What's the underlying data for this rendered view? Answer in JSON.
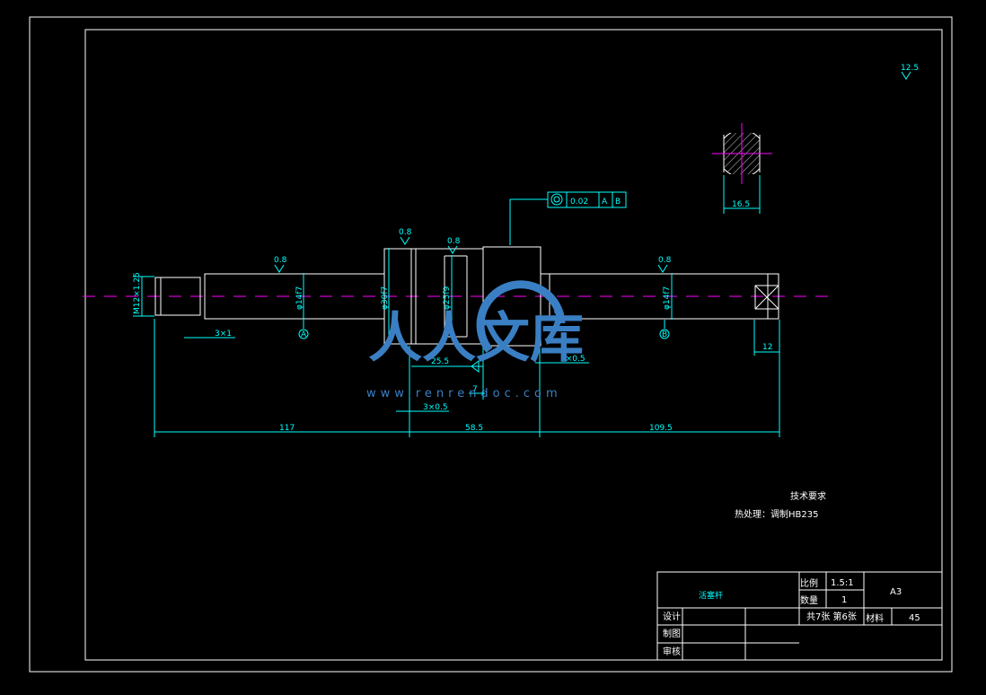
{
  "dimensions": {
    "d_m12": "M12×1.25",
    "d_phi14_left": "φ14f7",
    "d_phi30": "φ30f7",
    "d_phi25": "φ25f9",
    "d_phi14_right": "φ14f7",
    "chamfer_left": "3×1",
    "chamfer_mid": "3×0.5",
    "chamfer_right": "3×0.5",
    "len_25_5": "25.5",
    "len_7": "7",
    "len_117": "117",
    "len_58_5": "58.5",
    "len_109_5": "109.5",
    "len_12": "12",
    "section_width": "16.5",
    "roughness": "0.8",
    "roughness_top": "12.5",
    "datum_a": "A",
    "datum_b": "B",
    "coaxiality_tol": "0.02",
    "fcf_ref_a": "A",
    "fcf_ref_b": "B"
  },
  "notes": {
    "title": "技术要求",
    "heat_treatment": "热处理：调制HB235"
  },
  "title_block": {
    "part_name": "活塞杆",
    "scale_label": "比例",
    "scale_value": "1.5:1",
    "qty_label": "数量",
    "qty_value": "1",
    "sheet_size": "A3",
    "sheet_count": "共7张 第6张",
    "material_label": "材料",
    "material_value": "45",
    "design_label": "设计",
    "draw_label": "制图",
    "check_label": "审核"
  },
  "watermark": {
    "logo_text": "人人文库",
    "url": "www.renrendoc.com"
  },
  "colors": {
    "line": "#00ffff",
    "border": "#ffffff",
    "center": "#ff00ff",
    "watermark": "#3a7fc4"
  }
}
